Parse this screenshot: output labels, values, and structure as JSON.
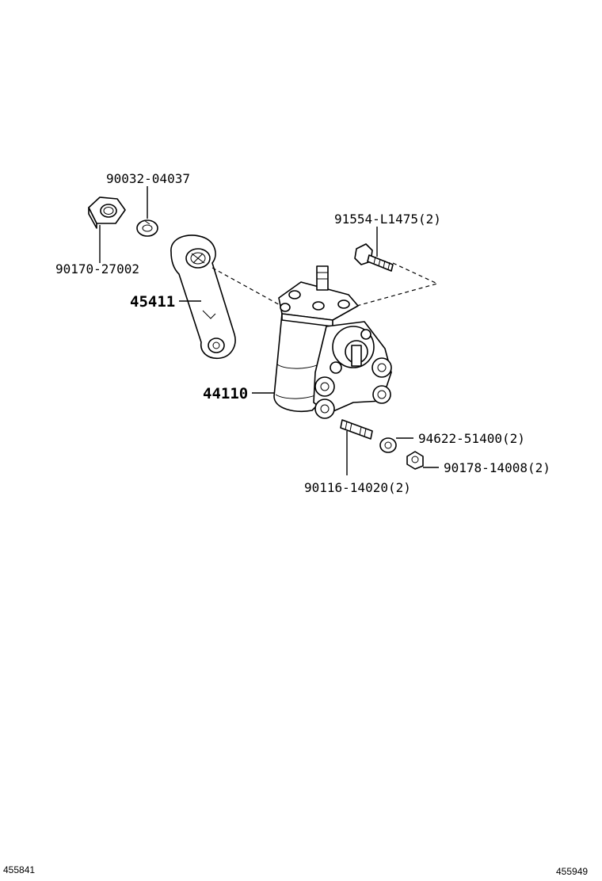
{
  "labels": {
    "nut_lock_washer": "90032-04037",
    "nut": "90170-27002",
    "pitman_arm": "45411",
    "bolt": "91554-L1475(2)",
    "gear_housing": "44110",
    "washer": "94622-51400(2)",
    "gear_nut": "90178-14008(2)",
    "stud": "90116-14020(2)"
  },
  "footer": {
    "left_code": "455841",
    "right_code": "455949"
  }
}
